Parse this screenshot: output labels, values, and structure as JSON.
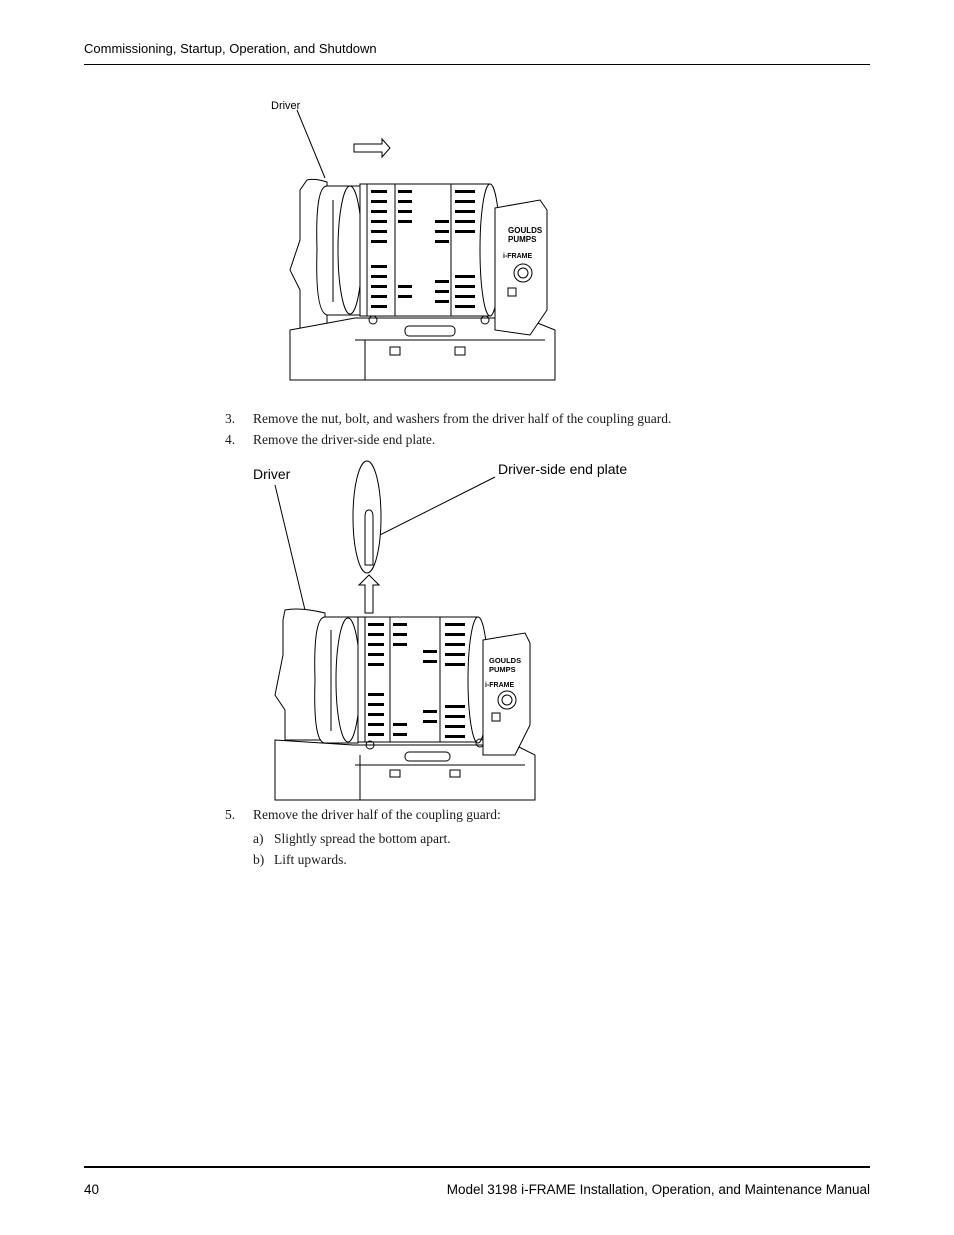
{
  "header": {
    "section_title": "Commissioning, Startup, Operation, and Shutdown"
  },
  "figure1": {
    "label_driver": "Driver",
    "logo_line1": "GOULDS",
    "logo_line2": "PUMPS",
    "logo_line3": "i-FRAME"
  },
  "steps": [
    {
      "number": "3.",
      "text": "Remove the nut, bolt, and washers from the driver half of the coupling guard."
    },
    {
      "number": "4.",
      "text": "Remove the driver-side end plate."
    },
    {
      "number": "5.",
      "text": "Remove the driver half of the coupling guard:"
    }
  ],
  "figure2": {
    "label_driver": "Driver",
    "label_end_plate": "Driver-side end plate",
    "logo_line1": "GOULDS",
    "logo_line2": "PUMPS",
    "logo_line3": "i-FRAME"
  },
  "substeps": [
    {
      "letter": "a)",
      "text": "Slightly spread the bottom apart."
    },
    {
      "letter": "b)",
      "text": "Lift upwards."
    }
  ],
  "footer": {
    "page_number": "40",
    "manual_title": "Model 3198 i-FRAME Installation, Operation, and Maintenance Manual"
  }
}
